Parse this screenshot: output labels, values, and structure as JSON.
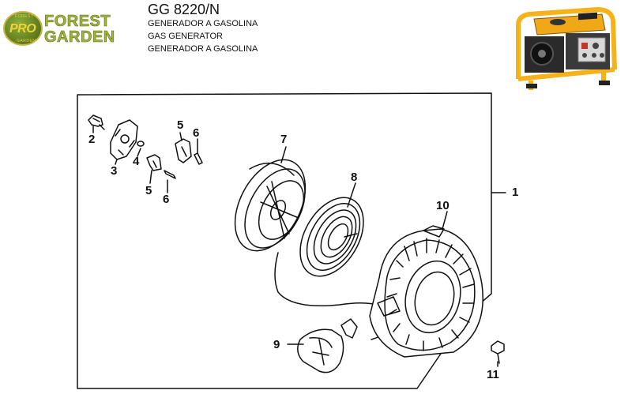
{
  "brand": {
    "line1": "FOREST",
    "line2": "GARDEN",
    "badge": "PRO",
    "badge_ring_top": "FOREST",
    "badge_ring_bottom": "GARDEN"
  },
  "header": {
    "model": "GG 8220/N",
    "subtitle_1": "GENERADOR A GASOLINA",
    "subtitle_2": "GAS GENERATOR",
    "subtitle_3": "GENERADOR A GASOLINA"
  },
  "product_photo": {
    "icon": "gas-generator-photo",
    "frame_color": "#f5b21a"
  },
  "part_labels": {
    "p1": "1",
    "p2": "2",
    "p3": "3",
    "p4": "4",
    "p5a": "5",
    "p6a": "6",
    "p5b": "5",
    "p6b": "6",
    "p7": "7",
    "p8": "8",
    "p9": "9",
    "p10": "10",
    "p11": "11"
  },
  "colors": {
    "line": "#111111",
    "brand_green": "#a3b43a",
    "brand_yellow": "#f2d23a"
  }
}
